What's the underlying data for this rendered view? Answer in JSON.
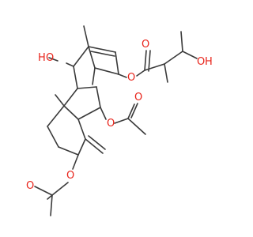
{
  "atoms": {
    "hydroxyl_o": "O",
    "hydroxyl_h": "H",
    "ester_o1": "O",
    "ester_o2": "O",
    "right_carbonyl_o": "O",
    "right_hydroxyl_o": "O",
    "right_hydroxyl_h": "H",
    "middle_ester_o": "O",
    "middle_carbonyl_o": "O",
    "bottom_ester_o": "O",
    "bottom_carbonyl_o": "O"
  },
  "colors": {
    "bond": "#3a3a3a",
    "oxygen": "#e8231a",
    "background": "#ffffff"
  }
}
